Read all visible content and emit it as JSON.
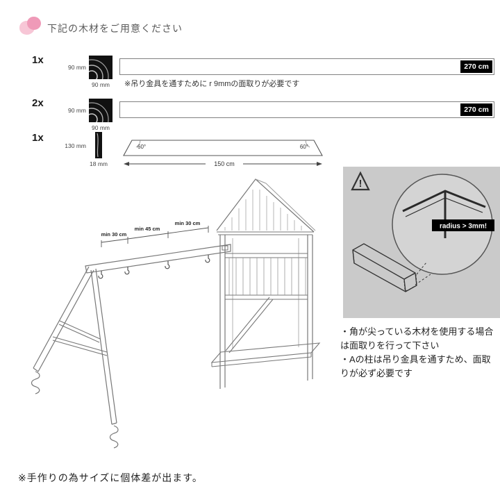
{
  "colors": {
    "accent_pink": "#ef9ab8",
    "accent_pink_light": "#f7c6d6",
    "badge_bg": "#000000",
    "panel_gray": "#cacaca"
  },
  "header": {
    "title": "下記の木材をご用意ください"
  },
  "materials": {
    "rows": [
      {
        "qty": "1x",
        "side_label": "90 mm",
        "bottom_label": "90 mm",
        "length_label": "270 cm",
        "note": "※吊り金具を通すために r 9mmの面取りが必要です"
      },
      {
        "qty": "2x",
        "side_label": "90 mm",
        "bottom_label": "90 mm",
        "length_label": "270 cm"
      },
      {
        "qty": "1x",
        "side_label": "130 mm",
        "bottom_label": "18 mm",
        "length_label": "150 cm",
        "angle_left": "60°",
        "angle_right": "60°"
      }
    ]
  },
  "diagram": {
    "dim_labels": [
      "min 30 cm",
      "min 45 cm",
      "min 30 cm"
    ]
  },
  "warning": {
    "exclamation": "!",
    "radius_label": "radius > 3mm!"
  },
  "notes": {
    "items": [
      "・角が尖っている木材を使用する場合は面取りを行って下さい",
      "・Aの柱は吊り金具を通すため、面取りが必ず必要です"
    ]
  },
  "footer": {
    "note": "※手作りの為サイズに個体差が出ます。"
  }
}
